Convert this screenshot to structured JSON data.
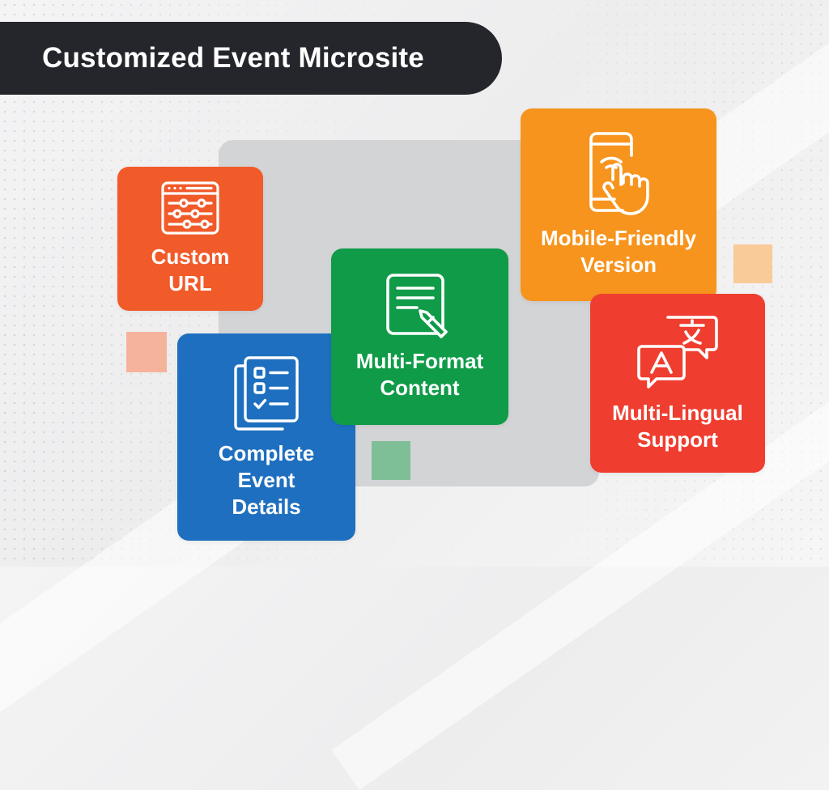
{
  "title": "Customized Event Microsite",
  "colors": {
    "title_bar": "#24262b",
    "custom_url": "#f15a29",
    "complete_event_details": "#1e6fbf",
    "multi_format_content": "#0f9b48",
    "mobile_friendly": "#f7941d",
    "multi_lingual": "#ef3e30"
  },
  "features": {
    "custom_url": {
      "label": "Custom\nURL",
      "icon": "settings-sliders-icon"
    },
    "complete_event_details": {
      "label": "Complete\nEvent\nDetails",
      "icon": "checklist-icon"
    },
    "multi_format_content": {
      "label": "Multi-Format\nContent",
      "icon": "document-edit-icon"
    },
    "mobile_friendly": {
      "label": "Mobile-Friendly\nVersion",
      "icon": "touch-phone-icon"
    },
    "multi_lingual": {
      "label": "Multi-Lingual\nSupport",
      "icon": "translate-icon"
    }
  }
}
